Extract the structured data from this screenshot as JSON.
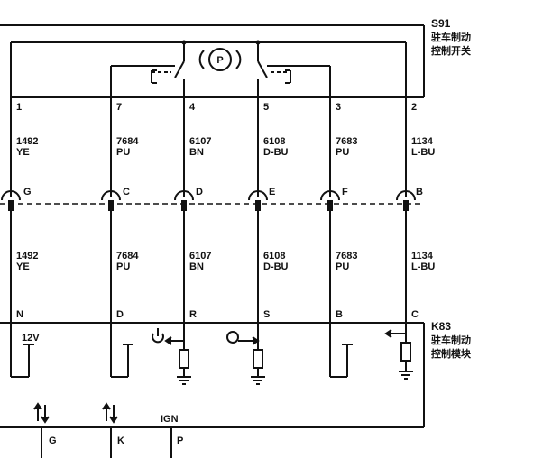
{
  "switch_s91": {
    "id": "S91",
    "name_line1": "驻车制动",
    "name_line2": "控制开关",
    "center_symbol": "P",
    "pins": [
      "1",
      "7",
      "4",
      "5",
      "3",
      "2"
    ]
  },
  "wires_upper": [
    {
      "circuit": "1492",
      "color": "YE"
    },
    {
      "circuit": "7684",
      "color": "PU"
    },
    {
      "circuit": "6107",
      "color": "BN"
    },
    {
      "circuit": "6108",
      "color": "D-BU"
    },
    {
      "circuit": "7683",
      "color": "PU"
    },
    {
      "circuit": "1134",
      "color": "L-BU"
    }
  ],
  "connector_pins": [
    "G",
    "C",
    "D",
    "E",
    "F",
    "B"
  ],
  "wires_lower": [
    {
      "circuit": "1492",
      "color": "YE"
    },
    {
      "circuit": "7684",
      "color": "PU"
    },
    {
      "circuit": "6107",
      "color": "BN"
    },
    {
      "circuit": "6108",
      "color": "D-BU"
    },
    {
      "circuit": "7683",
      "color": "PU"
    },
    {
      "circuit": "1134",
      "color": "L-BU"
    }
  ],
  "module_k83": {
    "id": "K83",
    "name_line1": "驻车制动",
    "name_line2": "控制模块",
    "pins": [
      "N",
      "D",
      "R",
      "S",
      "B",
      "C"
    ],
    "supply_label": "12V"
  },
  "bottom_pins": [
    "G",
    "K",
    "P"
  ],
  "bottom_signal_label": "IGN"
}
